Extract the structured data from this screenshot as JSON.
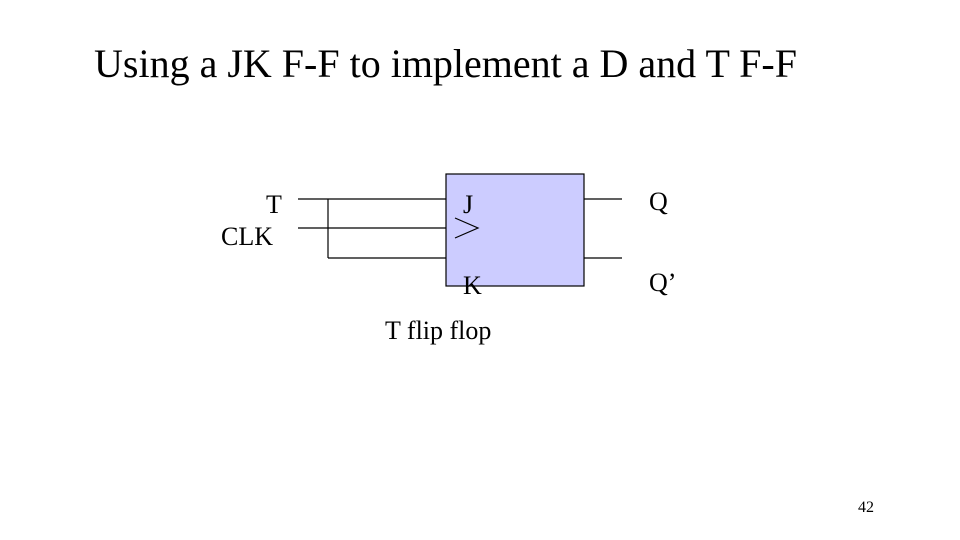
{
  "slide": {
    "title": "Using a JK F-F to implement a D and T F-F",
    "page_number": "42"
  },
  "diagram": {
    "box_color": "#ccccff",
    "inputs": {
      "t_label": "T",
      "clk_label": "CLK"
    },
    "pins": {
      "j_label": "J",
      "k_label": "K"
    },
    "outputs": {
      "q_label": "Q",
      "qbar_label": "Q’"
    },
    "caption": "T flip flop"
  }
}
